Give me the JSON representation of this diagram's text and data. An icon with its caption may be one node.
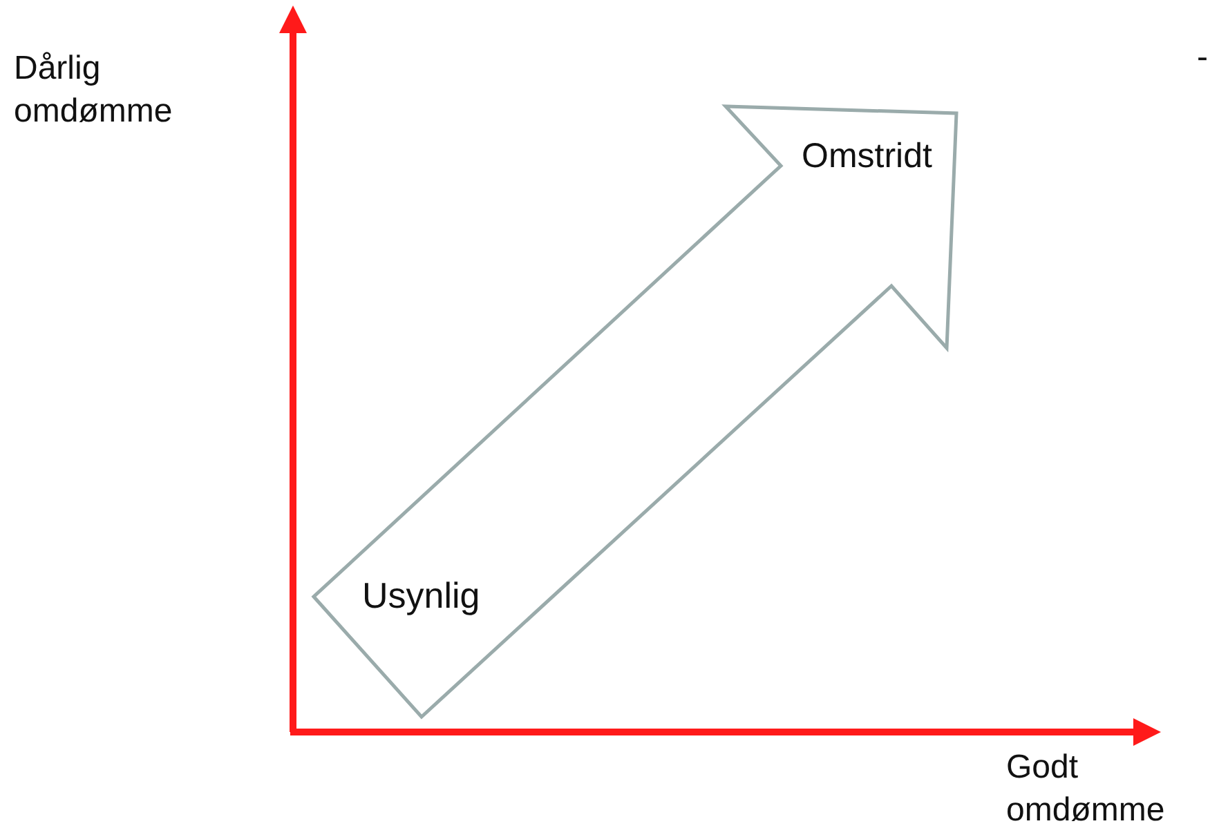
{
  "diagram": {
    "nodes": [
      {
        "text": [
          "Usynlig"
        ]
      },
      {
        "text": [
          "Omstridt"
        ]
      }
    ],
    "edges": [
      {
        "from": 0,
        "to": 1,
        "arrow": "to"
      }
    ],
    "labels": [
      "Dårlig omdømme",
      "-",
      "Godt omdømme"
    ]
  }
}
